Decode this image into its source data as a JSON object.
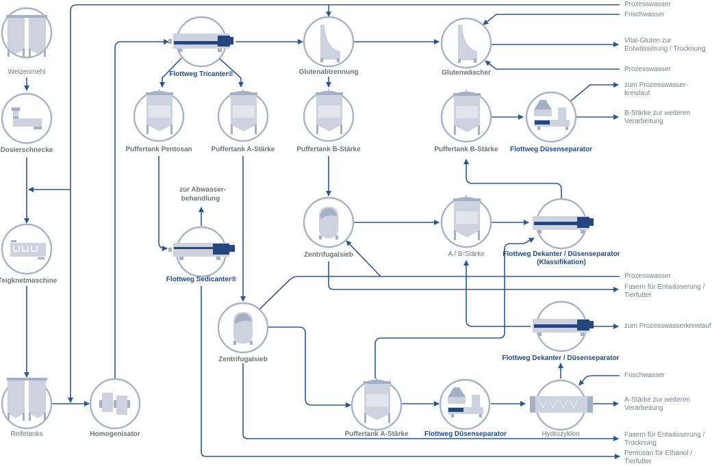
{
  "colors": {
    "flow": "#2d5690",
    "ring": "#a9b1c6",
    "equipment": "#cdd2de",
    "brand": "#1f4a87",
    "label": "#6f737a"
  },
  "nodes": {
    "weizenmehl": "Weizenmehl",
    "dosierschnecke": "Dosierschnecke",
    "teigknetmaschine": "Teigknetmaschine",
    "reifetanks": "Reifetanks",
    "homogenisator": "Homogenisator",
    "tricanter": "Flottweg Tricanter®",
    "puffertank_pentosan": "Puffertank Pentosan",
    "puffertank_a_staerke_1": "Puffertank A-Stärke",
    "sedicanter": "Flottweg Sedicanter®",
    "glutenabtrennung": "Glutenabtrennung",
    "puffertank_b_staerke_1": "Puffertank B-Stärke",
    "zentrifugalsieb_1": "Zentrifugalsieb",
    "zentrifugalsieb_2": "Zentrifugalsieb",
    "glutenwaescher": "Glutenwäscher",
    "puffertank_b_staerke_2": "Puffertank B-Stärke",
    "duesenseparator_1": "Flottweg Düsenseparator",
    "ab_staerke": "A / B-Stärke",
    "dekanter_klassifikation_1": "Flottweg Dekanter / Düsenseparator",
    "dekanter_klassifikation_2": "(Klassifikation)",
    "puffertank_a_staerke_2": "Puffertank A-Stärke",
    "duesenseparator_2": "Flottweg Düsenseparator",
    "hydrozyklon": "Hydrozyklon",
    "dekanter_2": "Flottweg Dekanter / Düsenseparator"
  },
  "annotations": {
    "abwasser_1": "zur Abwasser-",
    "abwasser_2": "behandlung"
  },
  "outputs": [
    {
      "id": "o1",
      "lines": [
        "Prozesswasser"
      ]
    },
    {
      "id": "o2",
      "lines": [
        "Frischwasser"
      ]
    },
    {
      "id": "o3",
      "lines": [
        "Vital-Gluten zur",
        "Entwässerung / Trocknung"
      ]
    },
    {
      "id": "o4",
      "lines": [
        "Prozesswasser"
      ]
    },
    {
      "id": "o5",
      "lines": [
        "zum Prozesswasser-",
        "kreislauf"
      ]
    },
    {
      "id": "o6",
      "lines": [
        "B-Stärke zur weiteren",
        "Verarbeitung"
      ]
    },
    {
      "id": "o7",
      "lines": [
        "Prozesswasser"
      ]
    },
    {
      "id": "o8",
      "lines": [
        "Fasern für Entwässerung /",
        "Tierfutter"
      ]
    },
    {
      "id": "o9",
      "lines": [
        "zum Prozesswasserkreislauf"
      ]
    },
    {
      "id": "o10",
      "lines": [
        "Frischwasser"
      ]
    },
    {
      "id": "o11",
      "lines": [
        "A-Stärke zur weiteren",
        "Verarbeitung"
      ]
    },
    {
      "id": "o12",
      "lines": [
        "Fasern für Entwässerung /",
        "Trocknung"
      ]
    },
    {
      "id": "o13",
      "lines": [
        "Pentosan für Ethanol /",
        "Tierfutter"
      ]
    }
  ]
}
